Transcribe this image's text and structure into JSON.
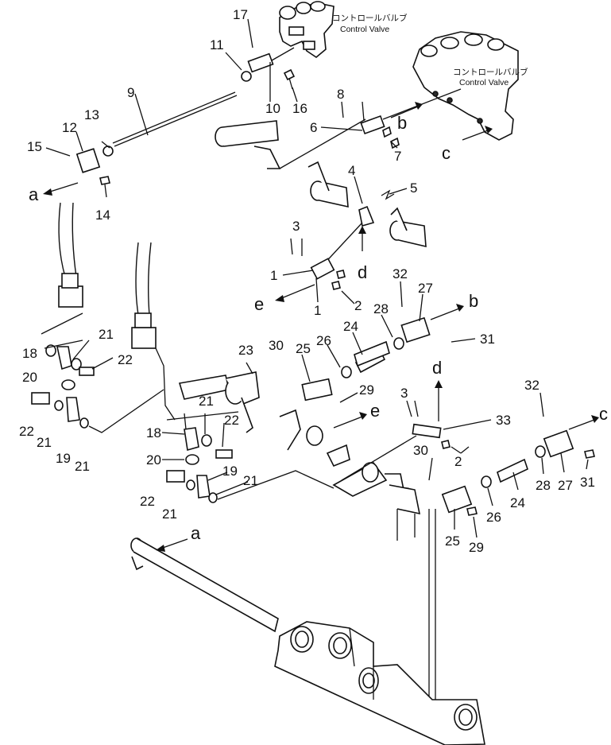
{
  "diagram": {
    "control_valve_top": {
      "jp": "コントロールバルブ",
      "en": "Control Valve"
    },
    "control_valve_right": {
      "jp": "コントロールバルブ",
      "en": "Control Valve"
    },
    "part_numbers": [
      "1",
      "2",
      "3",
      "4",
      "5",
      "6",
      "7",
      "8",
      "9",
      "10",
      "11",
      "12",
      "13",
      "14",
      "15",
      "16",
      "17",
      "18",
      "19",
      "20",
      "21",
      "22",
      "23",
      "24",
      "25",
      "26",
      "27",
      "28",
      "29",
      "30",
      "31",
      "32",
      "33"
    ],
    "connection_letters": [
      "a",
      "b",
      "c",
      "d",
      "e"
    ]
  }
}
